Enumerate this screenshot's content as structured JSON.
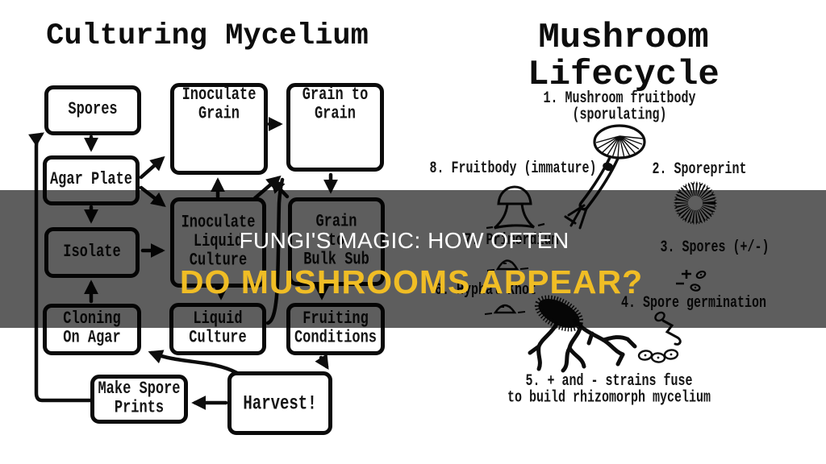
{
  "left_panel": {
    "title": "Culturing Mycelium",
    "boxes": [
      {
        "id": "spores",
        "label": "Spores"
      },
      {
        "id": "inoculate-grain",
        "label": "Inoculate\nGrain"
      },
      {
        "id": "grain-to-grain",
        "label": "Grain to\nGrain"
      },
      {
        "id": "agar-plate",
        "label": "Agar Plate"
      },
      {
        "id": "isolate",
        "label": "Isolate"
      },
      {
        "id": "inoculate-liquid-culture",
        "label": "Inoculate\nLiquid\nCulture"
      },
      {
        "id": "grain-to-bulk-sub",
        "label": "Grain\nto\nBulk Sub"
      },
      {
        "id": "cloning-on-agar",
        "label": "Cloning\nOn Agar"
      },
      {
        "id": "liquid-culture",
        "label": "Liquid\nCulture"
      },
      {
        "id": "fruiting-conditions",
        "label": "Fruiting\nConditions"
      },
      {
        "id": "make-spore-prints",
        "label": "Make Spore\nPrints"
      },
      {
        "id": "harvest",
        "label": "Harvest!"
      }
    ]
  },
  "right_panel": {
    "title": "Mushroom Lifecycle",
    "steps": [
      {
        "id": "step-1",
        "text": "1. Mushroom fruitbody\n(sporulating)"
      },
      {
        "id": "step-8",
        "text": "8. Fruitbody (immature)"
      },
      {
        "id": "step-2",
        "text": "2. Sporeprint"
      },
      {
        "id": "step-7",
        "text": "7. Primordium"
      },
      {
        "id": "step-3",
        "text": "3. Spores (+/-)"
      },
      {
        "id": "step-6",
        "text": "6. Hyphal Knot"
      },
      {
        "id": "step-4",
        "text": "4. Spore germination"
      },
      {
        "id": "step-5",
        "text": "5. + and - strains fuse\nto build rhizomorph mycelium"
      }
    ]
  },
  "banner": {
    "line1": "FUNGI'S MAGIC: HOW OFTEN",
    "line2": "DO MUSHROOMS APPEAR?",
    "colors": {
      "line1": "#ffffff",
      "line2": "#f0bd25",
      "overlay": "rgba(0,0,0,0.63)"
    }
  }
}
